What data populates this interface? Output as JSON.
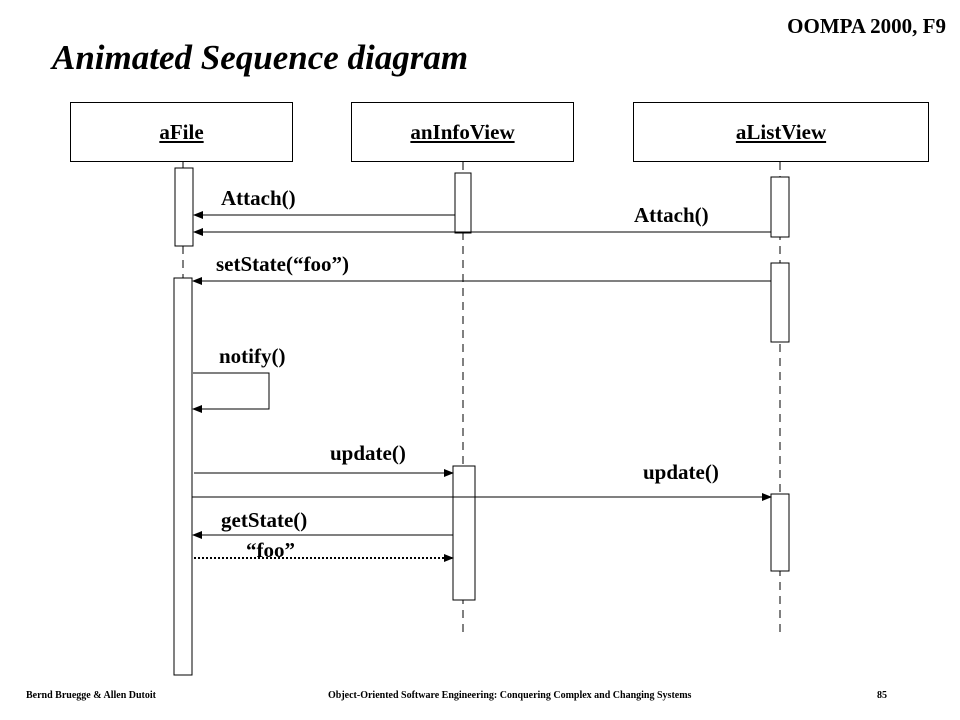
{
  "header": {
    "course": "OOMPA 2000, F9",
    "title": "Animated Sequence diagram"
  },
  "objects": [
    {
      "name": "aFile"
    },
    {
      "name": "anInfoView"
    },
    {
      "name": "aListView"
    }
  ],
  "messages": [
    {
      "label": "Attach()",
      "from": "anInfoView",
      "to": "aFile"
    },
    {
      "label": "Attach()",
      "from": "aListView",
      "to": "aFile"
    },
    {
      "label": "setState(“foo”)",
      "from": "aListView",
      "to": "aFile"
    },
    {
      "label": "notify()",
      "from": "aFile",
      "to": "aFile"
    },
    {
      "label": "update()",
      "from": "aFile",
      "to": "anInfoView"
    },
    {
      "label": "update()",
      "from": "aFile",
      "to": "aListView"
    },
    {
      "label": "getState()",
      "from": "anInfoView",
      "to": "aFile"
    },
    {
      "label": "“foo”",
      "from": "aFile",
      "to": "anInfoView",
      "style": "dotted"
    }
  ],
  "footer": {
    "authors": "Bernd Bruegge & Allen Dutoit",
    "book": "Object-Oriented Software Engineering: Conquering Complex and Changing Systems",
    "page": "85"
  }
}
